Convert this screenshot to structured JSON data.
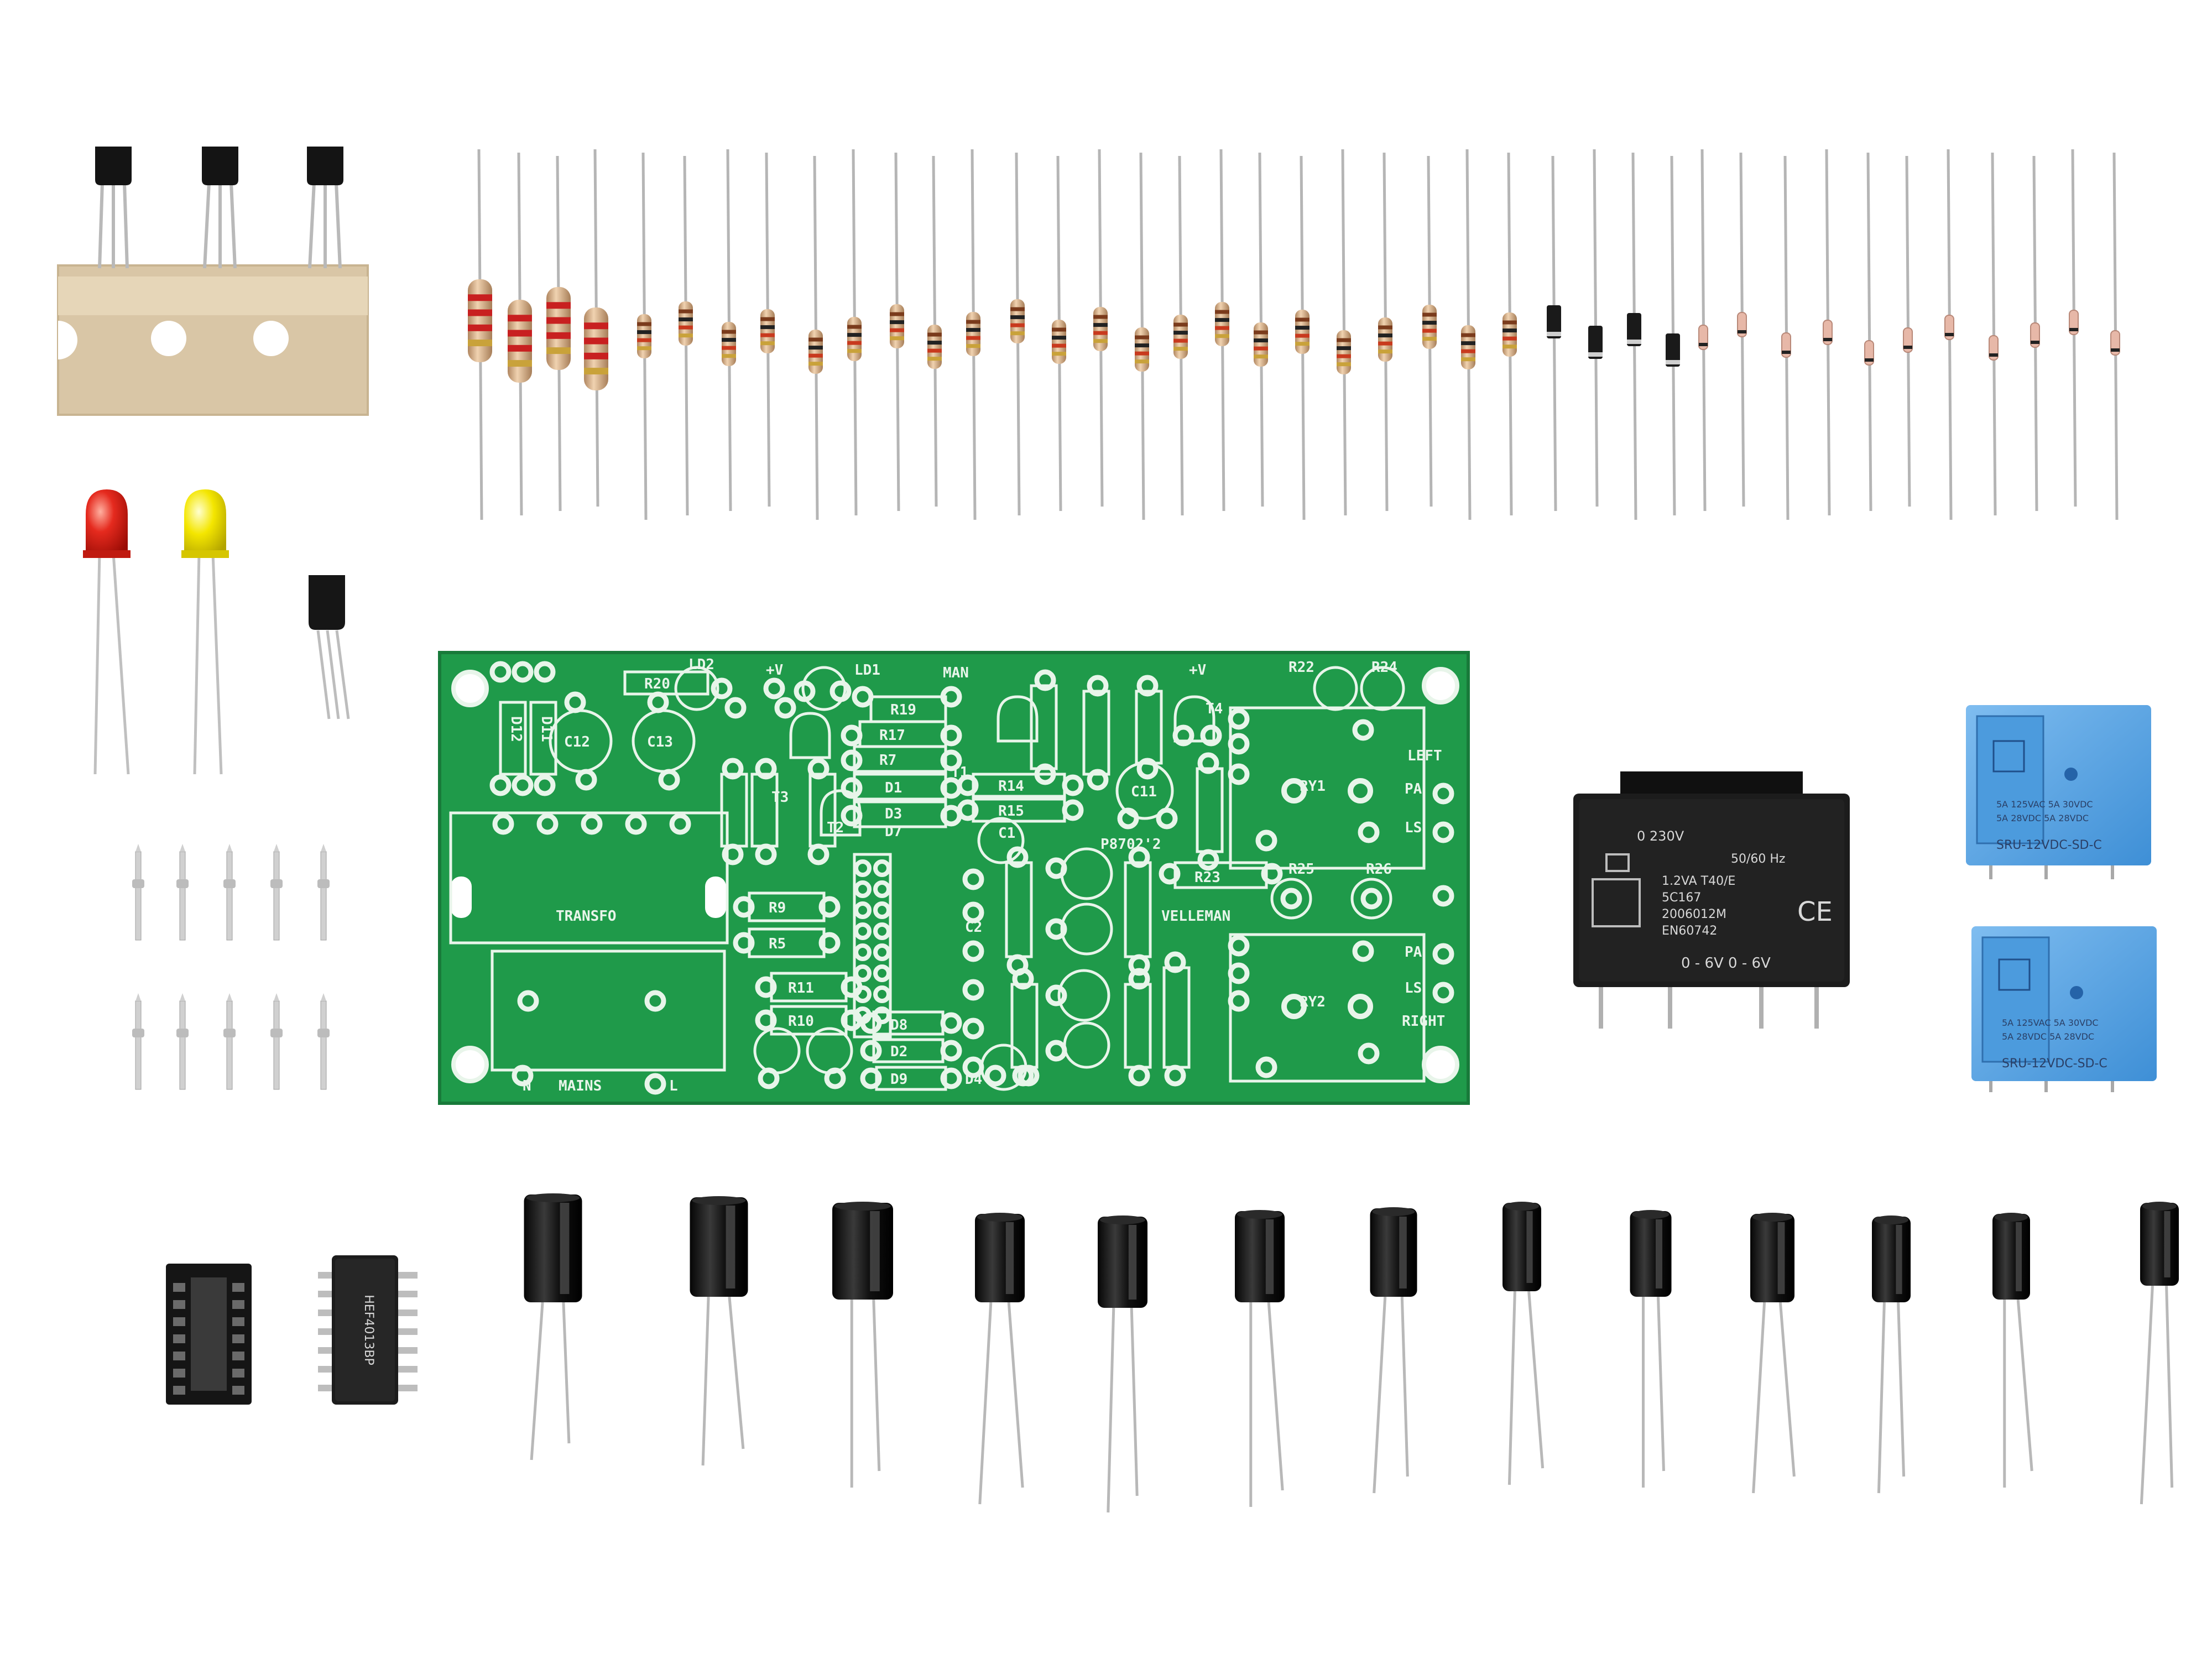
{
  "pcb": {
    "labels": {
      "ld2": "LD2",
      "ld1": "LD1",
      "man": "MAN",
      "plus_v": "+V",
      "plus_v2": "+V",
      "r22": "R22",
      "r24": "R24",
      "r20": "R20",
      "r19": "R19",
      "r17": "R17",
      "r7": "R7",
      "d1": "D1",
      "d3": "D3",
      "d7": "D7",
      "r14": "R14",
      "r15": "R15",
      "t1": "T1",
      "t4": "T4",
      "c11": "C11",
      "c12": "C12",
      "c13": "C13",
      "d12": "D12",
      "d11": "D11",
      "t3": "T3",
      "t2": "T2",
      "c1": "C1",
      "c2": "C2",
      "r9": "R9",
      "r5": "R5",
      "r11": "R11",
      "r10": "R10",
      "d8": "D8",
      "d2": "D2",
      "d9": "D9",
      "d4": "D4",
      "ry1": "RY1",
      "ry2": "RY2",
      "left": "LEFT",
      "right": "RIGHT",
      "pa1": "PA",
      "ls1": "LS",
      "pa2": "PA",
      "ls2": "LS",
      "r23": "R23",
      "r25": "R25",
      "r26": "R26",
      "p8702": "P8702'2",
      "velleman": "VELLEMAN",
      "transfo": "TRANSFO",
      "mains": "MAINS",
      "n": "N",
      "l": "L"
    }
  },
  "transformer": {
    "line1": "0      230V",
    "line2": "50/60 Hz",
    "line3": "1.2VA     T40/E",
    "line4": "5C167",
    "line5": "2006012M",
    "line6": "EN60742",
    "line7": "0 - 6V    0 - 6V",
    "ce": "CE"
  },
  "relays": [
    {
      "line1": "5A 125VAC  5A 30VDC",
      "line2": "5A 28VDC  5A 28VDC",
      "model": "SRU-12VDC-SD-C"
    },
    {
      "line1": "5A 125VAC  5A 30VDC",
      "line2": "5A 28VDC  5A 28VDC",
      "model": "SRU-12VDC-SD-C"
    }
  ],
  "colors": {
    "pcb": "#1f9a4a",
    "pcb_silk": "#e8f5ea",
    "led_red": "#e02020",
    "led_yellow": "#f2e000",
    "relay_blue": "#5aa8e6",
    "transformer": "#1a1a1a",
    "resistor_body": "#d9b38c",
    "capacitor": "#151515"
  }
}
